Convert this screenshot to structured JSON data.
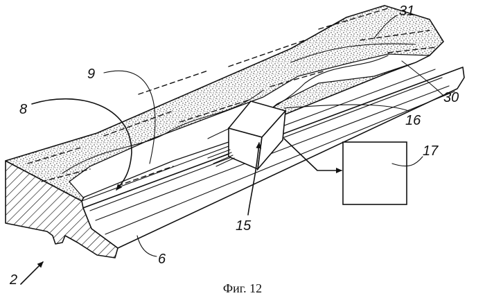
{
  "figure": {
    "caption": "Фиг. 12",
    "labels": {
      "l2": "2",
      "l6": "6",
      "l8": "8",
      "l9": "9",
      "l15": "15",
      "l16": "16",
      "l17": "17",
      "l30": "30",
      "l31": "31"
    }
  }
}
